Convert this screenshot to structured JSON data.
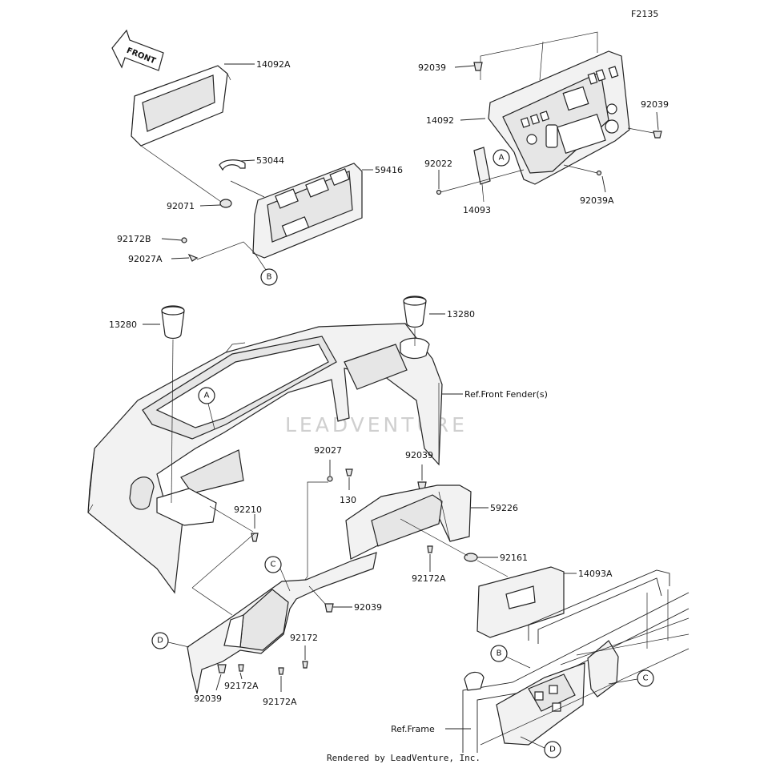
{
  "figure_code": "F2135",
  "front_arrow_label": "FRONT",
  "watermark": "LEADVENTURE",
  "footer": "Rendered by LeadVenture, Inc.",
  "callouts": {
    "A": "A",
    "B": "B",
    "C": "C",
    "D": "D"
  },
  "part_labels": {
    "p14092A": "14092A",
    "p53044": "53044",
    "p59416": "59416",
    "p92071": "92071",
    "p92172B": "92172B",
    "p92027A": "92027A",
    "p92039_top": "92039",
    "p14092": "14092",
    "p92039_right": "92039",
    "p92022": "92022",
    "p14093": "14093",
    "p92039A": "92039A",
    "p13280_left": "13280",
    "p13280_right": "13280",
    "ref_front_fender": "Ref.Front Fender(s)",
    "p92027": "92027",
    "p130": "130",
    "p92039_mid": "92039",
    "p59226": "59226",
    "p92210": "92210",
    "p92161": "92161",
    "p92172A_mid": "92172A",
    "p14093A": "14093A",
    "p92039_low": "92039",
    "p92172": "92172",
    "p92172A_left": "92172A",
    "p92039_bottom": "92039",
    "p92172A_bottom": "92172A",
    "ref_frame": "Ref.Frame"
  }
}
